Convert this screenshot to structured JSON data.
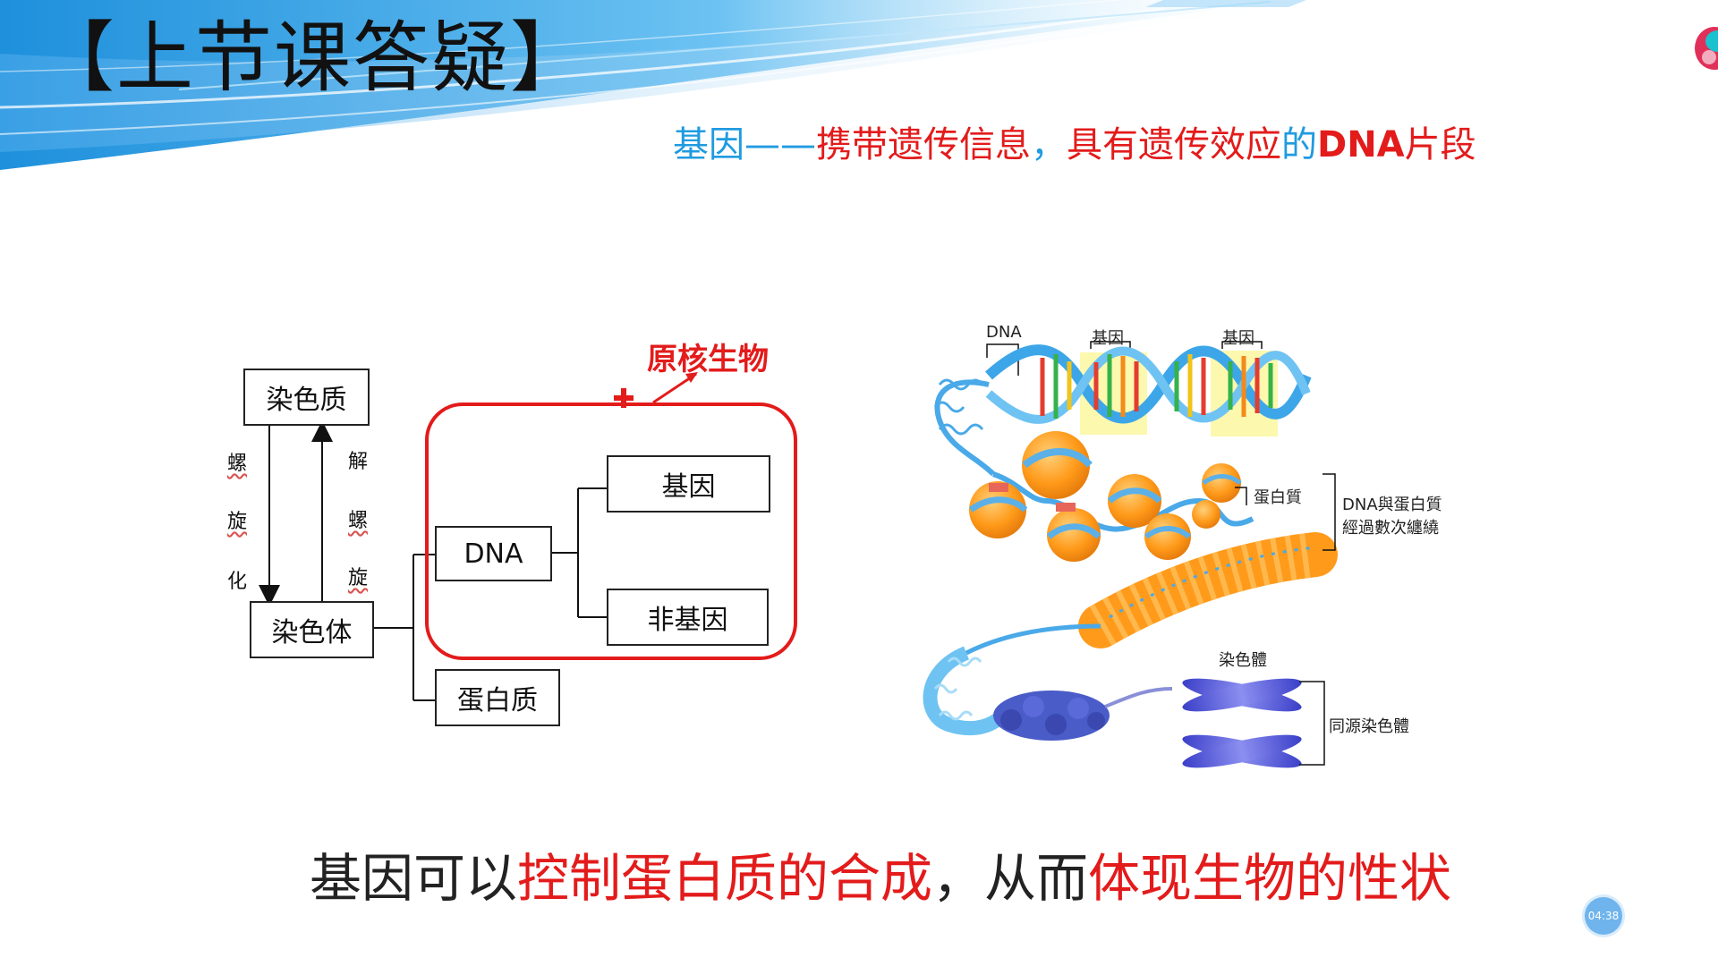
{
  "slide": {
    "title": "【上节课答疑】",
    "definition": {
      "term": "基因",
      "dash": "——",
      "part1": "携带遗传信息",
      "comma": "，",
      "part2": "具有遗传效应",
      "de": "的",
      "dna": "DNA",
      "fragment": "片段"
    },
    "summary": {
      "part1": "基因可以",
      "part2": "控制蛋白质的合成",
      "part3": "，从而",
      "part4": "体现生物的性状"
    },
    "timer": "04:38"
  },
  "diagram": {
    "chromatin": "染色质",
    "chromosome": "染色体",
    "spiral_chars": [
      "螺",
      "旋",
      "化"
    ],
    "unspiral_chars": [
      "解",
      "螺",
      "旋"
    ],
    "dna": "DNA",
    "gene": "基因",
    "non_gene": "非基因",
    "protein": "蛋白质",
    "prokaryote": "原核生物"
  },
  "bio_figure": {
    "dna": "DNA",
    "gene1": "基因",
    "gene2": "基因",
    "protein": "蛋白質",
    "coiling_line1": "DNA與蛋白質",
    "coiling_line2": "經過數次纏繞",
    "chromosome": "染色體",
    "homologous": "同源染色體"
  },
  "colors": {
    "blue": "#1f9be0",
    "red": "#e31b1b",
    "dark": "#222222"
  }
}
